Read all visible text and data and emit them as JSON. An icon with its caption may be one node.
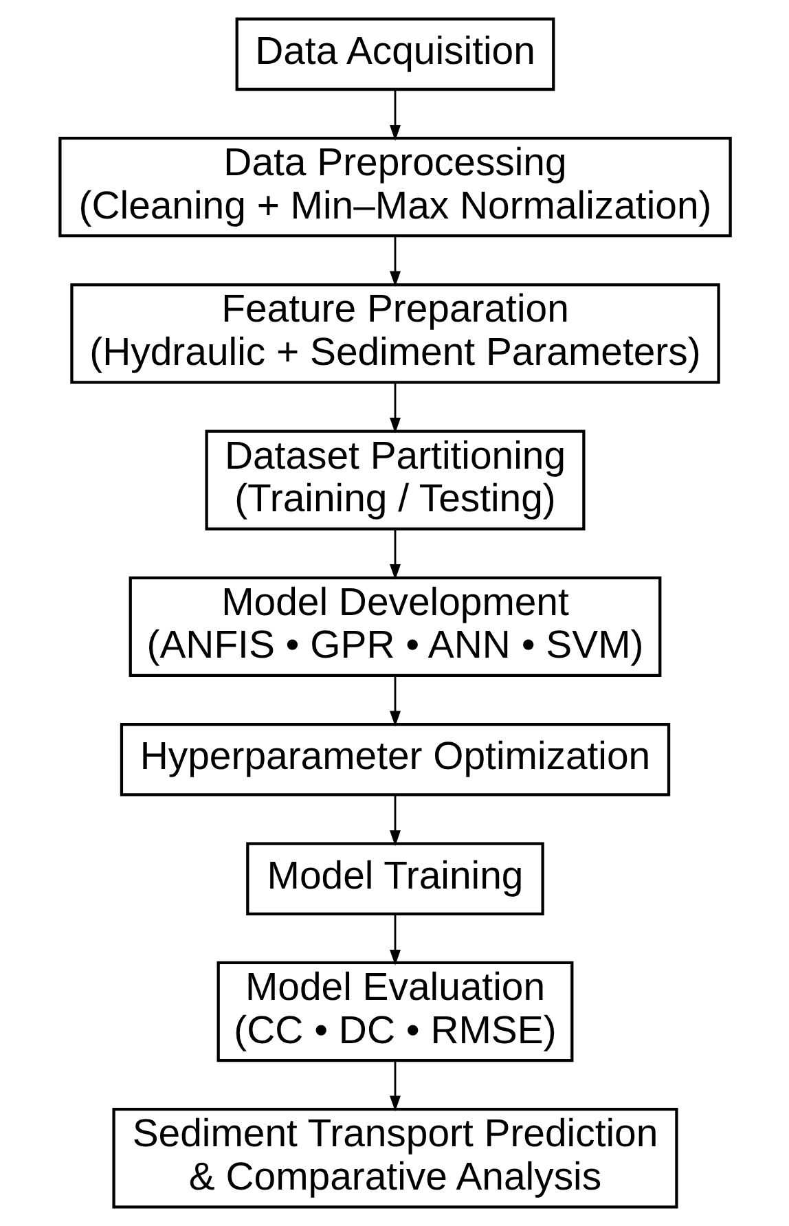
{
  "diagram": {
    "nodes": [
      {
        "text": [
          "Data Acquisition"
        ]
      },
      {
        "text": [
          "Data Preprocessing",
          "(Cleaning + Min–Max Normalization)"
        ]
      },
      {
        "text": [
          "Feature Preparation",
          "(Hydraulic + Sediment Parameters)"
        ]
      },
      {
        "text": [
          "Dataset Partitioning",
          "(Training / Testing)"
        ]
      },
      {
        "text": [
          "Model Development",
          "(ANFIS • GPR • ANN • SVM)"
        ]
      },
      {
        "text": [
          "Hyperparameter Optimization"
        ]
      },
      {
        "text": [
          "Model Training"
        ]
      },
      {
        "text": [
          "Model Evaluation",
          "(CC • DC • RMSE)"
        ]
      },
      {
        "text": [
          "Sediment Transport Prediction & Comparative Analysis"
        ]
      }
    ],
    "edges": [
      {
        "from": 0,
        "to": 1,
        "arrow": "to"
      },
      {
        "from": 1,
        "to": 2,
        "arrow": "to"
      },
      {
        "from": 2,
        "to": 3,
        "arrow": "to"
      },
      {
        "from": 3,
        "to": 4,
        "arrow": "to"
      },
      {
        "from": 4,
        "to": 5,
        "arrow": "to"
      },
      {
        "from": 5,
        "to": 6,
        "arrow": "to"
      },
      {
        "from": 6,
        "to": 7,
        "arrow": "to"
      },
      {
        "from": 7,
        "to": 8,
        "arrow": "to"
      }
    ]
  }
}
